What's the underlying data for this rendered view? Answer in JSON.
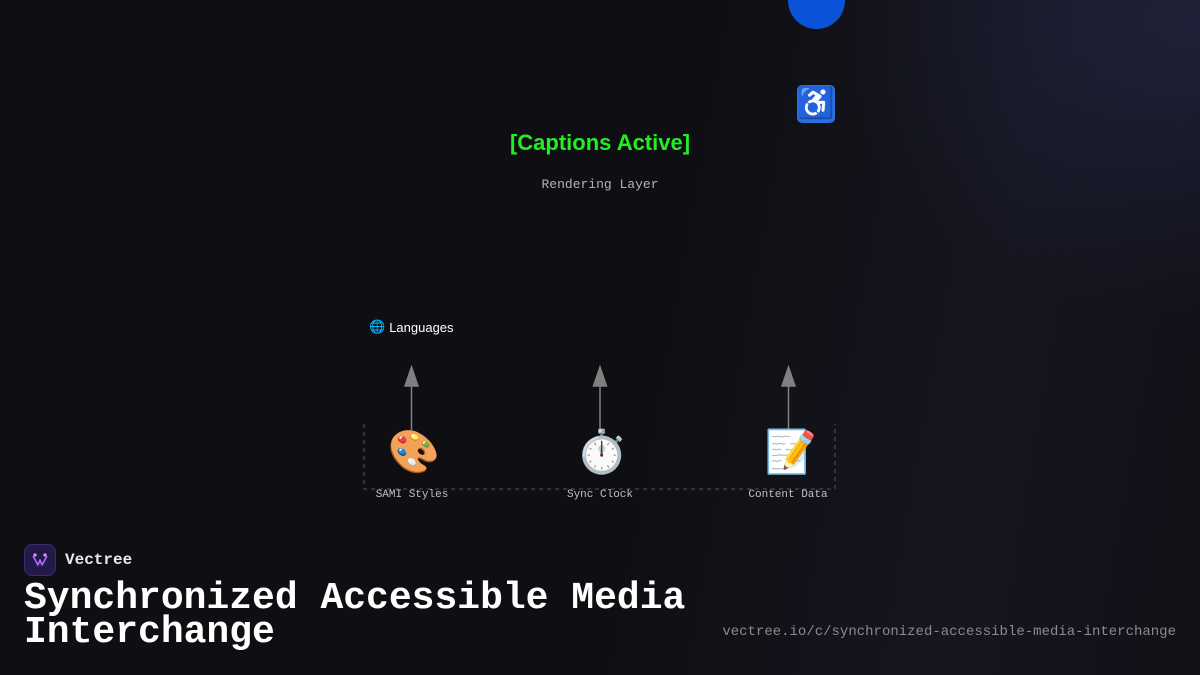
{
  "diagram": {
    "overlay_text": "[Captions Active]",
    "layer_label": "Rendering Layer",
    "languages_label": "Languages",
    "nodes": [
      {
        "icon": "🎨",
        "icon_name": "palette-icon",
        "label": "SAMI Styles"
      },
      {
        "icon": "⏱️",
        "icon_name": "stopwatch-icon",
        "label": "Sync Clock"
      },
      {
        "icon": "📝",
        "icon_name": "memo-icon",
        "label": "Content Data"
      }
    ],
    "accessibility_icon": "♿",
    "colors": {
      "caption_text": "#22ee22",
      "avatar": "#0a52d6",
      "arrow": "#808080"
    }
  },
  "brand": {
    "name": "Vectree"
  },
  "title": "Synchronized Accessible Media Interchange",
  "url": "vectree.io/c/synchronized-accessible-media-interchange"
}
